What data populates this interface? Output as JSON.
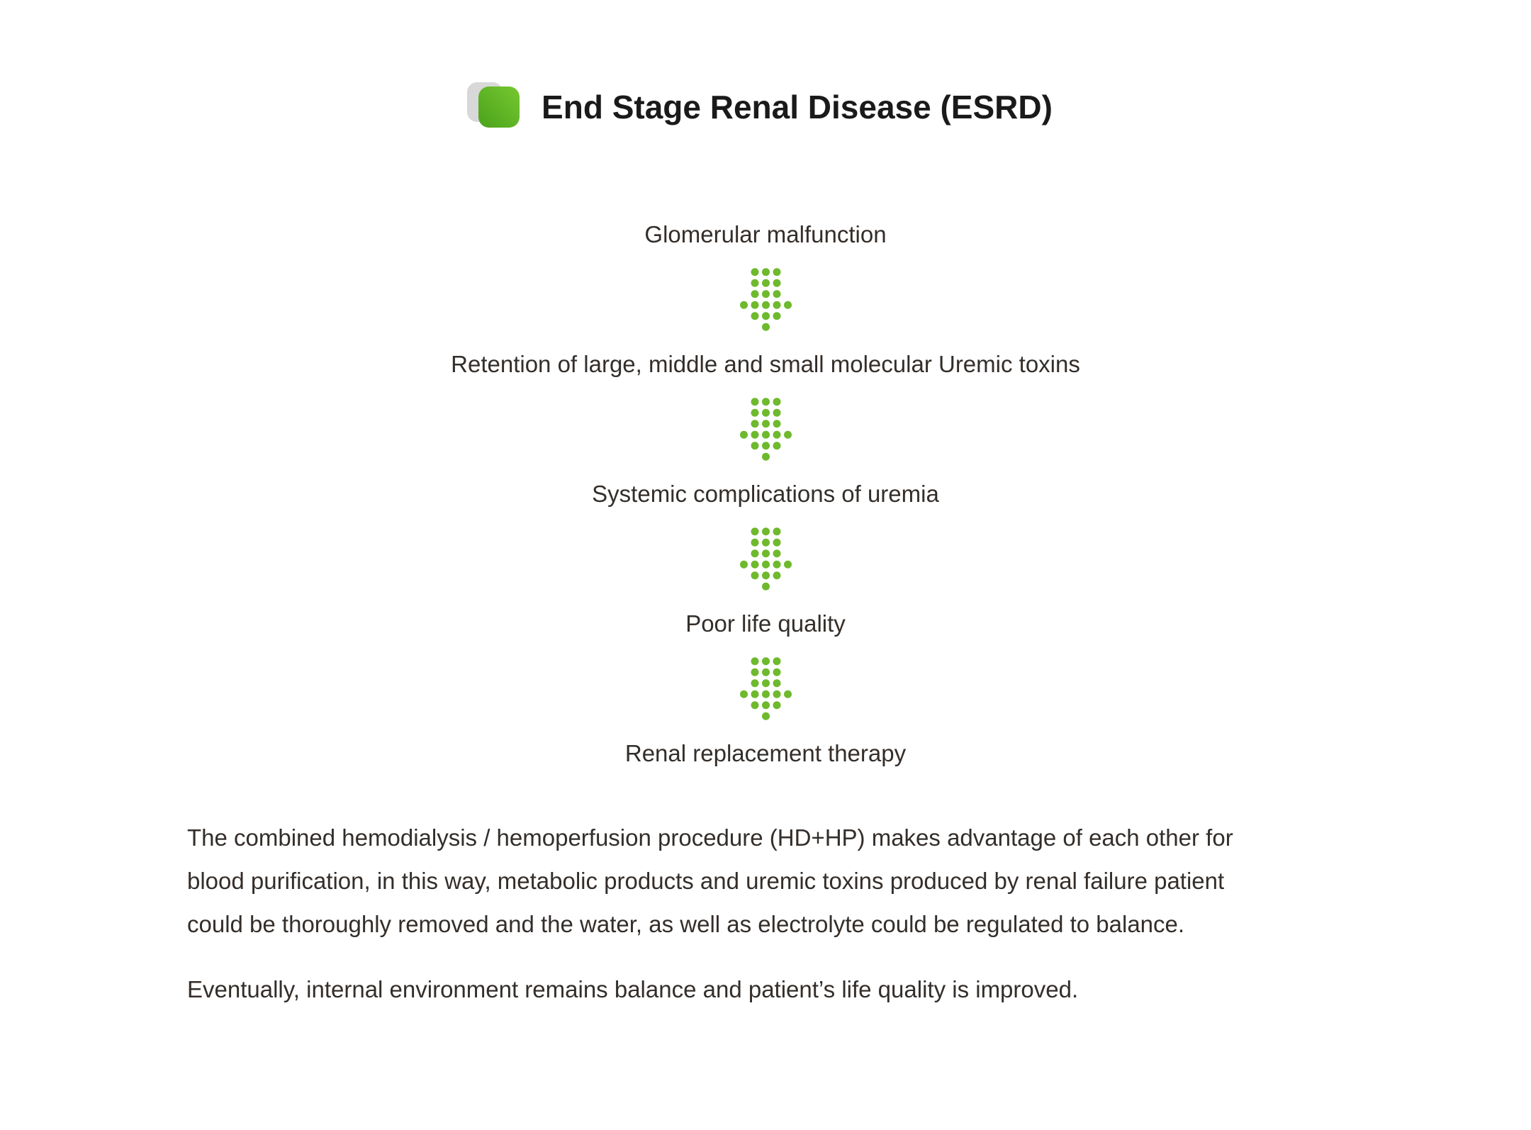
{
  "header": {
    "title": "End Stage Renal Disease (ESRD)",
    "icon": "overlapping-rounded-squares-icon"
  },
  "flow": {
    "connector_icon": "dotted-down-arrow-icon",
    "steps": [
      {
        "label": "Glomerular malfunction"
      },
      {
        "label": "Retention of large, middle and small molecular Uremic toxins"
      },
      {
        "label": "Systemic complications of uremia"
      },
      {
        "label": "Poor life quality"
      },
      {
        "label": "Renal replacement therapy"
      }
    ]
  },
  "description": {
    "paragraphs": [
      "The combined hemodialysis / hemoperfusion procedure (HD+HP) makes advantage of each other for\nblood purification, in this way, metabolic products and uremic toxins produced by renal failure patient\ncould be thoroughly removed and the water, as well as electrolyte could be regulated to balance.",
      "Eventually, internal environment remains balance and patient’s life quality is improved."
    ]
  },
  "colors": {
    "accent_green": "#6eb92d",
    "icon_gradient_dark": "#4aa31c",
    "icon_gradient_light": "#77c730",
    "icon_shadow_gray": "#d8d8d8",
    "title_text": "#1a1a1a",
    "body_text": "#342e2a",
    "background": "#ffffff"
  }
}
